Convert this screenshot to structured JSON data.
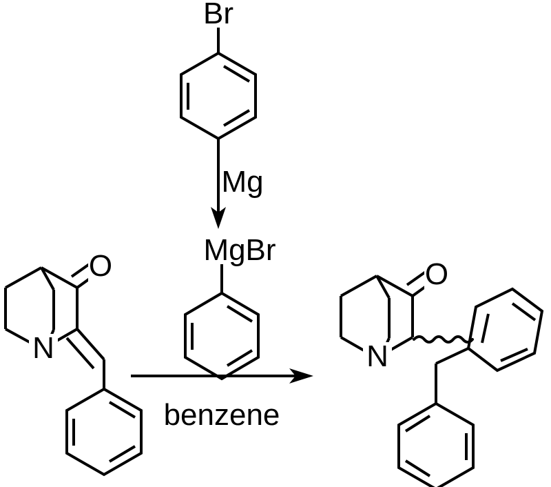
{
  "scheme": {
    "title": "Grignard addition of phenylmagnesium bromide to 2-benzylidenequinuclidin-3-one",
    "background_color": "#ffffff",
    "line_color": "#000000"
  },
  "labels": {
    "bromide_br": "Br",
    "mg_reagent": "Mg",
    "grignard_mgbr": "MgBr",
    "solvent": "benzene",
    "reactant_nitrogen": "N",
    "reactant_oxygen": "O",
    "product_nitrogen": "N",
    "product_oxygen": "O"
  },
  "structures": {
    "bromobenzene": {
      "name": "bromobenzene",
      "substituent": "Br",
      "ring": "benzene"
    },
    "phenylmagnesium_bromide": {
      "name": "phenylmagnesium bromide",
      "substituent": "MgBr",
      "ring": "benzene"
    },
    "reactant": {
      "name": "2-benzylidenequinuclidin-3-one",
      "core": "quinuclidin-3-one",
      "exocyclic_bond": "C=C benzylidene",
      "heteroatom": "N",
      "carbonyl": "O"
    },
    "product": {
      "name": "2-(diphenylmethyl)quinuclidin-3-one",
      "core": "quinuclidin-3-one",
      "stereo_bond": "wavy",
      "heteroatom": "N",
      "carbonyl": "O",
      "aryl_groups": 2
    }
  },
  "arrows": {
    "vertical": {
      "name": "grignard-formation-arrow",
      "direction": "down",
      "label": "Mg"
    },
    "horizontal": {
      "name": "reaction-arrow",
      "direction": "right",
      "label_below": "benzene"
    }
  }
}
